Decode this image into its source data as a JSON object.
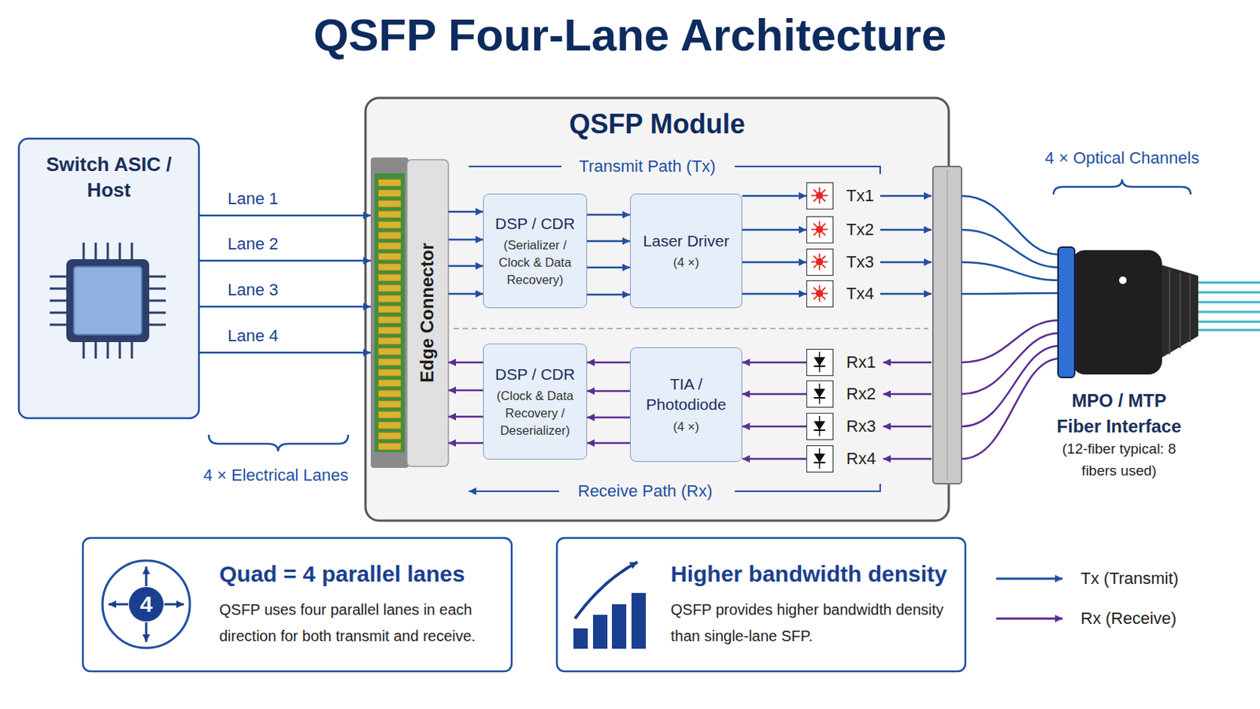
{
  "diagram": {
    "title": "QSFP Four-Lane Architecture",
    "nodes": [
      {
        "text": [
          "Switch ASIC / Host"
        ]
      },
      {
        "text": [
          "QSFP Module"
        ]
      },
      {
        "text": [
          "Edge Connector"
        ],
        "in": 1
      },
      {
        "text": [
          "DSP / CDR",
          "(Serializer / Clock & Data Recovery)"
        ],
        "in": 1
      },
      {
        "text": [
          "Laser Driver",
          "(4 ×)"
        ],
        "in": 1
      },
      {
        "text": [
          "Tx1"
        ],
        "in": 1
      },
      {
        "text": [
          "Tx2"
        ],
        "in": 1
      },
      {
        "text": [
          "Tx3"
        ],
        "in": 1
      },
      {
        "text": [
          "Tx4"
        ],
        "in": 1
      },
      {
        "text": [
          "DSP / CDR",
          "(Clock & Data Recovery / Deserializer)"
        ],
        "in": 1
      },
      {
        "text": [
          "TIA / Photodiode",
          "(4 ×)"
        ],
        "in": 1
      },
      {
        "text": [
          "Rx1"
        ],
        "in": 1
      },
      {
        "text": [
          "Rx2"
        ],
        "in": 1
      },
      {
        "text": [
          "Rx3"
        ],
        "in": 1
      },
      {
        "text": [
          "Rx4"
        ],
        "in": 1
      },
      {
        "text": [
          "MPO / MTP Fiber Interface",
          "(12-fiber typical: 8 fibers used)"
        ]
      },
      {
        "text": [
          "Quad = 4 parallel lanes",
          "QSFP uses four parallel lanes in each direction for both transmit and receive."
        ]
      },
      {
        "text": [
          "Higher bandwidth density",
          "QSFP provides higher bandwidth density than single-lane SFP."
        ]
      }
    ],
    "edges": [
      {
        "from": 0,
        "to": 2,
        "arrow": "to",
        "label": "Lane 1"
      },
      {
        "from": 0,
        "to": 2,
        "arrow": "to",
        "label": "Lane 2"
      },
      {
        "from": 0,
        "to": 2,
        "arrow": "to",
        "label": "Lane 3"
      },
      {
        "from": 0,
        "to": 2,
        "arrow": "to",
        "label": "Lane 4"
      },
      {
        "from": 2,
        "to": 3,
        "arrow": "to"
      },
      {
        "from": 2,
        "to": 3,
        "arrow": "to"
      },
      {
        "from": 2,
        "to": 3,
        "arrow": "to"
      },
      {
        "from": 2,
        "to": 3,
        "arrow": "to"
      },
      {
        "from": 3,
        "to": 4,
        "arrow": "to"
      },
      {
        "from": 3,
        "to": 4,
        "arrow": "to"
      },
      {
        "from": 3,
        "to": 4,
        "arrow": "to"
      },
      {
        "from": 3,
        "to": 4,
        "arrow": "to"
      },
      {
        "from": 4,
        "to": 5,
        "arrow": "to"
      },
      {
        "from": 4,
        "to": 6,
        "arrow": "to"
      },
      {
        "from": 4,
        "to": 7,
        "arrow": "to"
      },
      {
        "from": 4,
        "to": 8,
        "arrow": "to"
      },
      {
        "from": 11,
        "to": 10,
        "arrow": "to"
      },
      {
        "from": 12,
        "to": 10,
        "arrow": "to"
      },
      {
        "from": 13,
        "to": 10,
        "arrow": "to"
      },
      {
        "from": 14,
        "to": 10,
        "arrow": "to"
      },
      {
        "from": 10,
        "to": 9,
        "arrow": "to"
      },
      {
        "from": 10,
        "to": 9,
        "arrow": "to"
      },
      {
        "from": 10,
        "to": 9,
        "arrow": "to"
      },
      {
        "from": 10,
        "to": 9,
        "arrow": "to"
      },
      {
        "from": 9,
        "to": 2,
        "arrow": "to"
      },
      {
        "from": 9,
        "to": 2,
        "arrow": "to"
      },
      {
        "from": 9,
        "to": 2,
        "arrow": "to"
      },
      {
        "from": 9,
        "to": 2,
        "arrow": "to"
      }
    ],
    "labels": [
      "Transmit Path (Tx)",
      "Receive Path (Rx)",
      "4 × Optical Channels",
      "4 × Electrical Lanes",
      "4"
    ],
    "legend": [
      {
        "text": "Tx (Transmit)"
      },
      {
        "text": "Rx (Receive)"
      }
    ]
  }
}
